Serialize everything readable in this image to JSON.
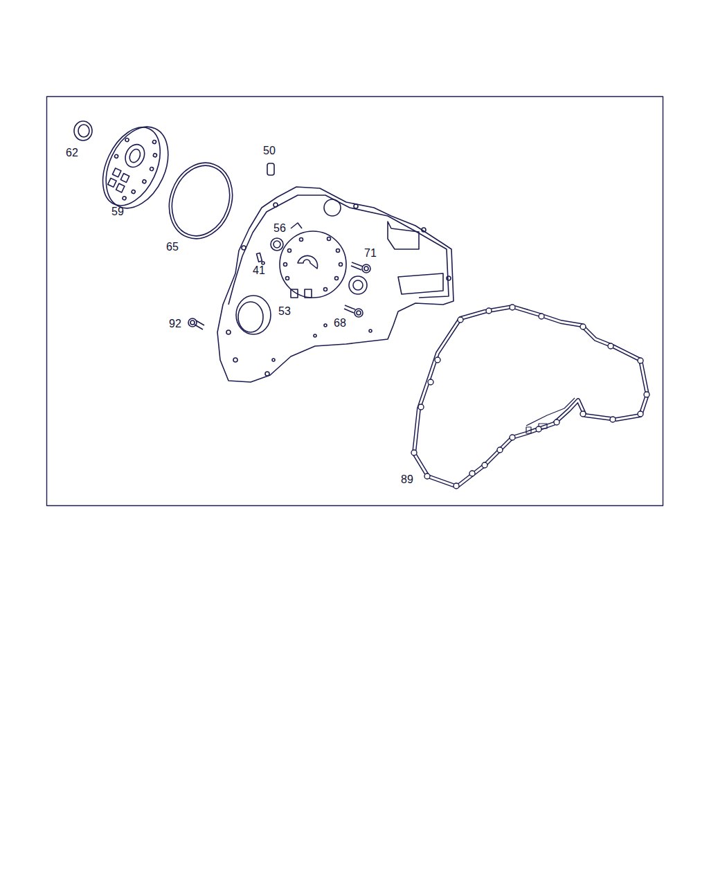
{
  "diagram": {
    "labels": [
      "62",
      "50",
      "59",
      "65",
      "56",
      "71",
      "41",
      "53",
      "92",
      "68",
      "89"
    ]
  }
}
